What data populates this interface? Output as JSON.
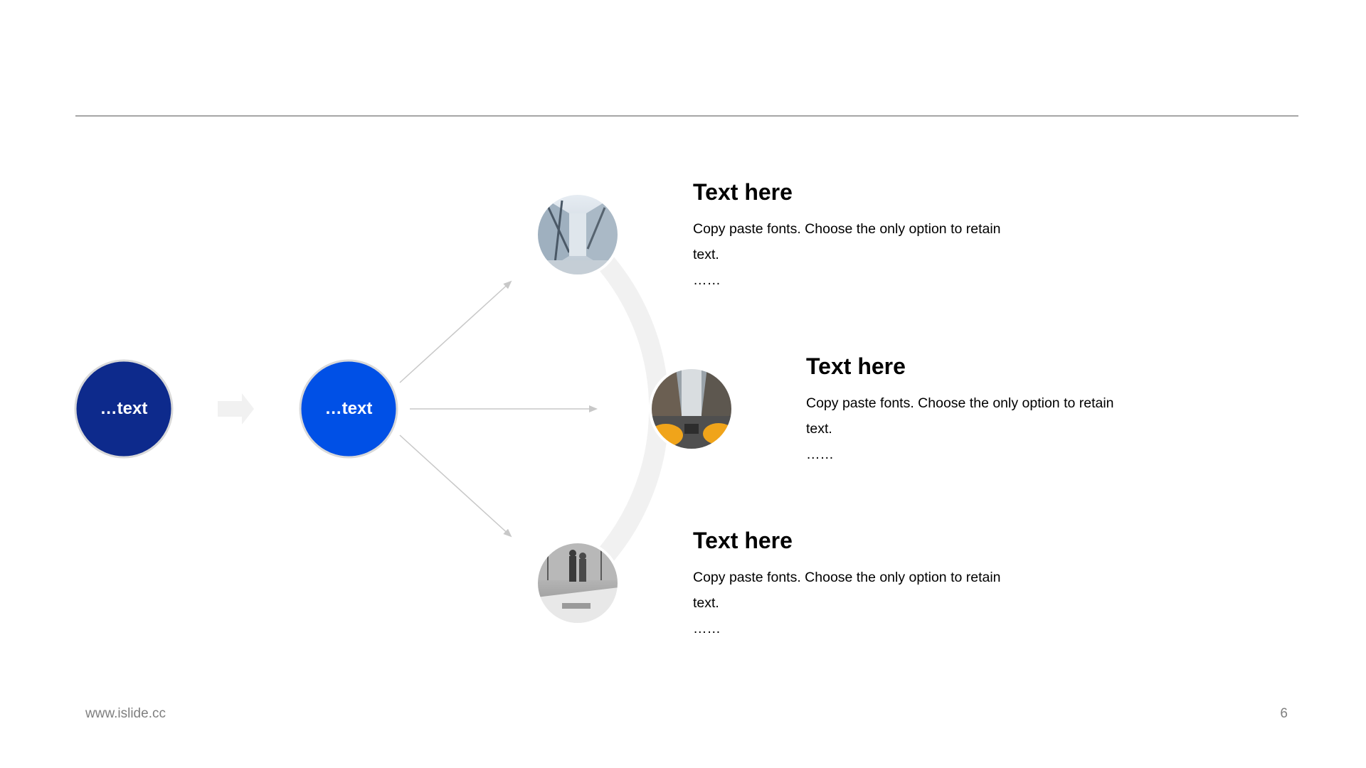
{
  "colors": {
    "dark_blue": "#0d2a8c",
    "bright_blue": "#0050e6",
    "connector_gray": "#c8c8c8",
    "arc_gray": "#f1f1f1",
    "rule_gray": "#a6a6a6",
    "footer_gray": "#7f7f7f"
  },
  "nodes": [
    {
      "label": "…text",
      "color": "#0d2a8c"
    },
    {
      "label": "…text",
      "color": "#0050e6"
    }
  ],
  "items": [
    {
      "title": "Text here",
      "body": "Copy paste fonts. Choose the only option to retain text.",
      "ellipsis": "……",
      "image": "glass-corridor-photo"
    },
    {
      "title": "Text here",
      "body": "Copy paste fonts. Choose the only option to retain text.",
      "ellipsis": "……",
      "image": "city-street-taxis-photo"
    },
    {
      "title": "Text here",
      "body": "Copy paste fonts. Choose the only option to retain text.",
      "ellipsis": "……",
      "image": "office-meeting-photo"
    }
  ],
  "footer": {
    "url": "www.islide.cc",
    "page": "6"
  }
}
